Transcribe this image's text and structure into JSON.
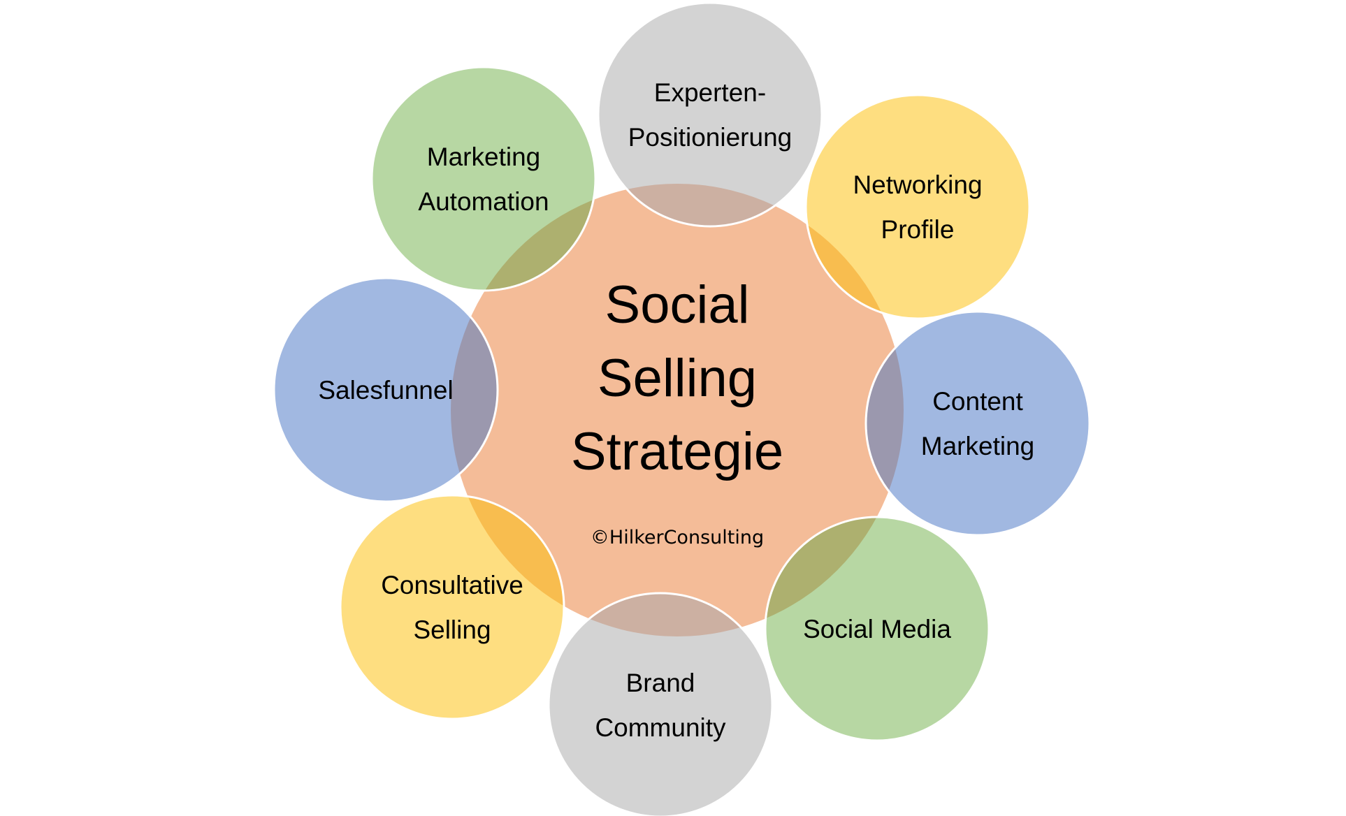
{
  "center": {
    "title_lines": [
      "Social",
      "Selling",
      "Strategie"
    ],
    "copyright": "©HilkerConsulting",
    "color": "#F4BC98"
  },
  "nodes": [
    {
      "id": "experten",
      "lines": [
        "Experten-",
        "Positionierung"
      ],
      "color": "#D3D3D3",
      "overlap": "#CCB0A2"
    },
    {
      "id": "networking",
      "lines": [
        "Networking",
        "Profile"
      ],
      "color": "#FEDE80",
      "overlap": "#F8BD4F"
    },
    {
      "id": "content",
      "lines": [
        "Content",
        "Marketing"
      ],
      "color": "#A1B8E1",
      "overlap": "#9B98AE"
    },
    {
      "id": "social-media",
      "lines": [
        "Social Media"
      ],
      "color": "#B7D7A3",
      "overlap": "#ADB06F"
    },
    {
      "id": "brand",
      "lines": [
        "Brand",
        "Community"
      ],
      "color": "#D3D3D3",
      "overlap": "#CCB0A2"
    },
    {
      "id": "consultative",
      "lines": [
        "Consultative",
        "Selling"
      ],
      "color": "#FEDE80",
      "overlap": "#F8BD4F"
    },
    {
      "id": "salesfunnel",
      "lines": [
        "Salesfunnel"
      ],
      "color": "#A1B8E1",
      "overlap": "#9B98AE"
    },
    {
      "id": "marketing-automation",
      "lines": [
        "Marketing",
        "Automation"
      ],
      "color": "#B7D7A3",
      "overlap": "#ADB06F"
    }
  ]
}
